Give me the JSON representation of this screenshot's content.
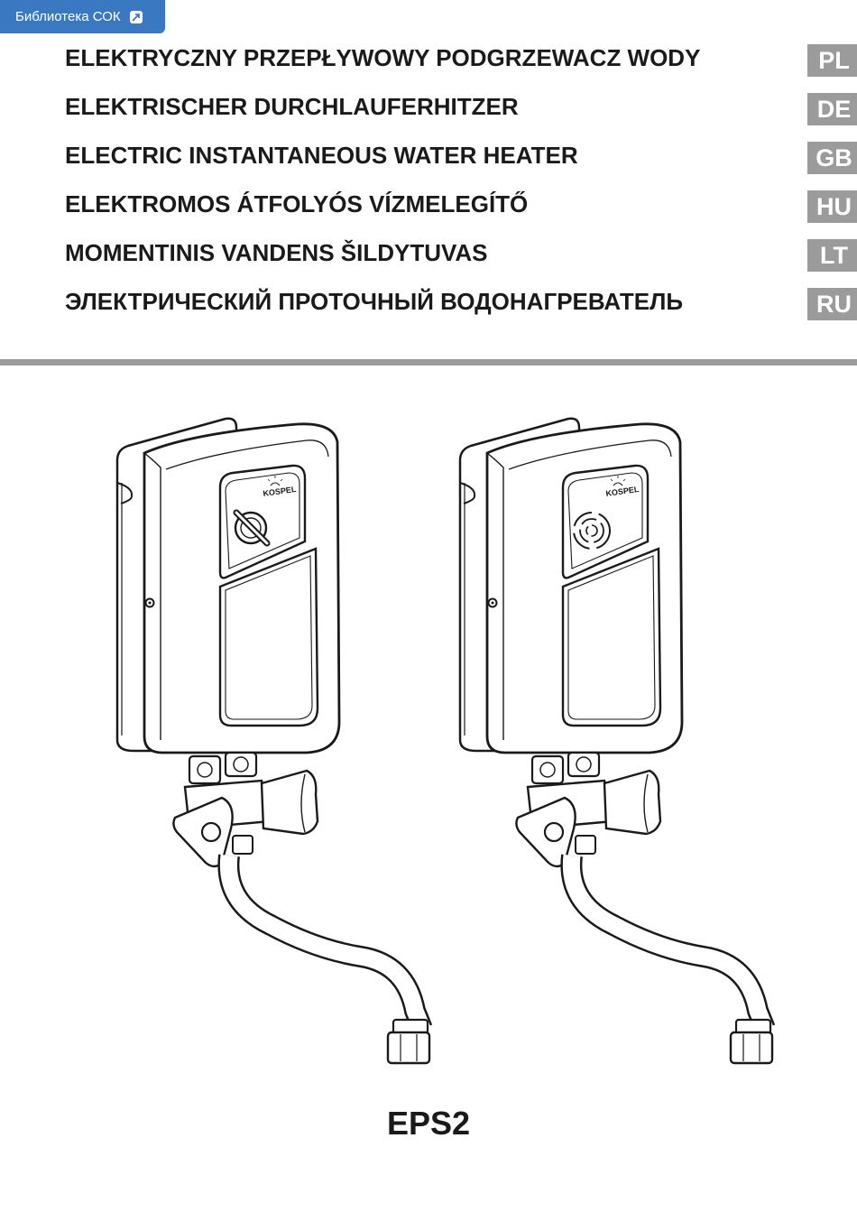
{
  "library_badge": {
    "label": "Библиотека СОК",
    "icon": "external-link-icon",
    "color": "#3a78c2"
  },
  "titles": [
    {
      "text": "ELEKTRYCZNY PRZEPŁYWOWY PODGRZEWACZ WODY",
      "lang": "PL"
    },
    {
      "text": "ELEKTRISCHER DURCHLAUFERHITZER",
      "lang": "DE"
    },
    {
      "text": "ELECTRIC INSTANTANEOUS WATER HEATER",
      "lang": "GB"
    },
    {
      "text": "ELEKTROMOS ÁTFOLYÓS VÍZMELEGÍTŐ",
      "lang": "HU"
    },
    {
      "text": "MOMENTINIS VANDENS ŠILDYTUVAS",
      "lang": "LT"
    },
    {
      "text": "ЭЛЕКТРИЧЕСКИЙ ПРОТОЧНЫЙ ВОДОНАГРЕВАТЕЛЬ",
      "lang": "RU"
    }
  ],
  "illustration": {
    "heaters": [
      {
        "brand": "KOSPEL",
        "control": "rotary-knob"
      },
      {
        "brand": "KOSPEL",
        "control": "touch-sensor"
      }
    ]
  },
  "model": "EPS2",
  "colors": {
    "lang_tag_bg": "#9b9b9b",
    "divider": "#9b9b9b",
    "text": "#1a1a1a"
  }
}
